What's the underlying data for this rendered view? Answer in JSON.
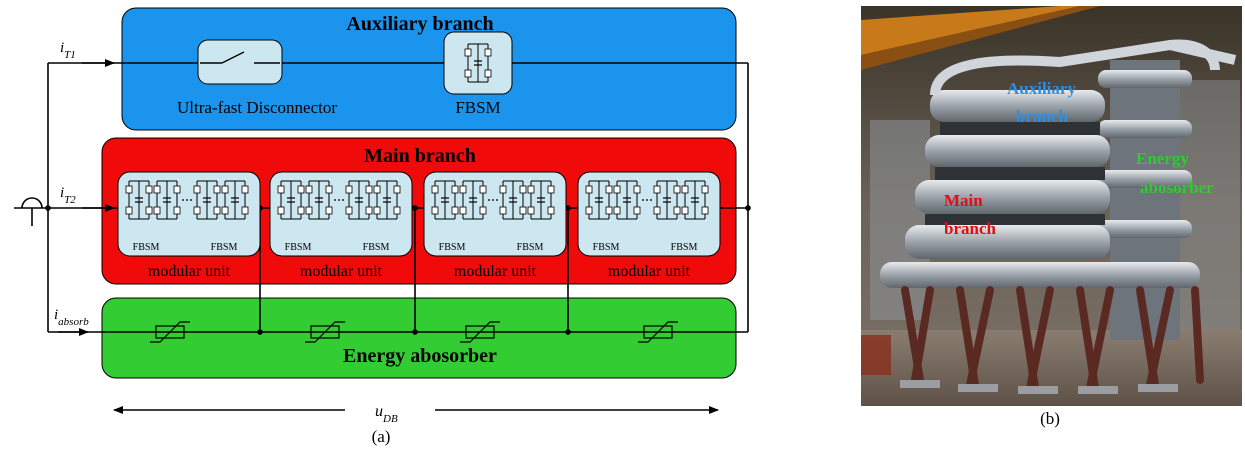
{
  "panel_a": {
    "caption": "(a)",
    "auxiliary": {
      "title": "Auxiliary branch",
      "disconnector_label": "Ultra-fast Disconnector",
      "fbsm_label": "FBSM",
      "color": "#1a94ec"
    },
    "main": {
      "title": "Main branch",
      "unit_label": "modular unit",
      "sub_label": "FBSM",
      "units": [
        {
          "label": "modular unit",
          "left": "FBSM",
          "right": "FBSM"
        },
        {
          "label": "modular unit",
          "left": "FBSM",
          "right": "FBSM"
        },
        {
          "label": "modular unit",
          "left": "FBSM",
          "right": "FBSM"
        },
        {
          "label": "modular unit",
          "left": "FBSM",
          "right": "FBSM"
        }
      ],
      "color": "#f00a0a"
    },
    "absorber": {
      "title": "Energy abosorber",
      "color": "#33cc33",
      "arrester_count": 4
    },
    "currents": {
      "iT1": {
        "base": "i",
        "sub": "T1"
      },
      "iT2": {
        "base": "i",
        "sub": "T2"
      },
      "iabsorb": {
        "base": "i",
        "sub": "absorb"
      }
    },
    "voltage": {
      "base": "u",
      "sub": "DB"
    }
  },
  "panel_b": {
    "caption": "(b)",
    "labels": {
      "auxiliary": {
        "line1": "Auxiliary",
        "line2": "branch",
        "color": "#2a8fe6"
      },
      "energy": {
        "line1": "Energy",
        "line2": "abosorber",
        "color": "#2ecc2e"
      },
      "main": {
        "line1": "Main",
        "line2": "branch",
        "color": "#e01010"
      }
    }
  }
}
